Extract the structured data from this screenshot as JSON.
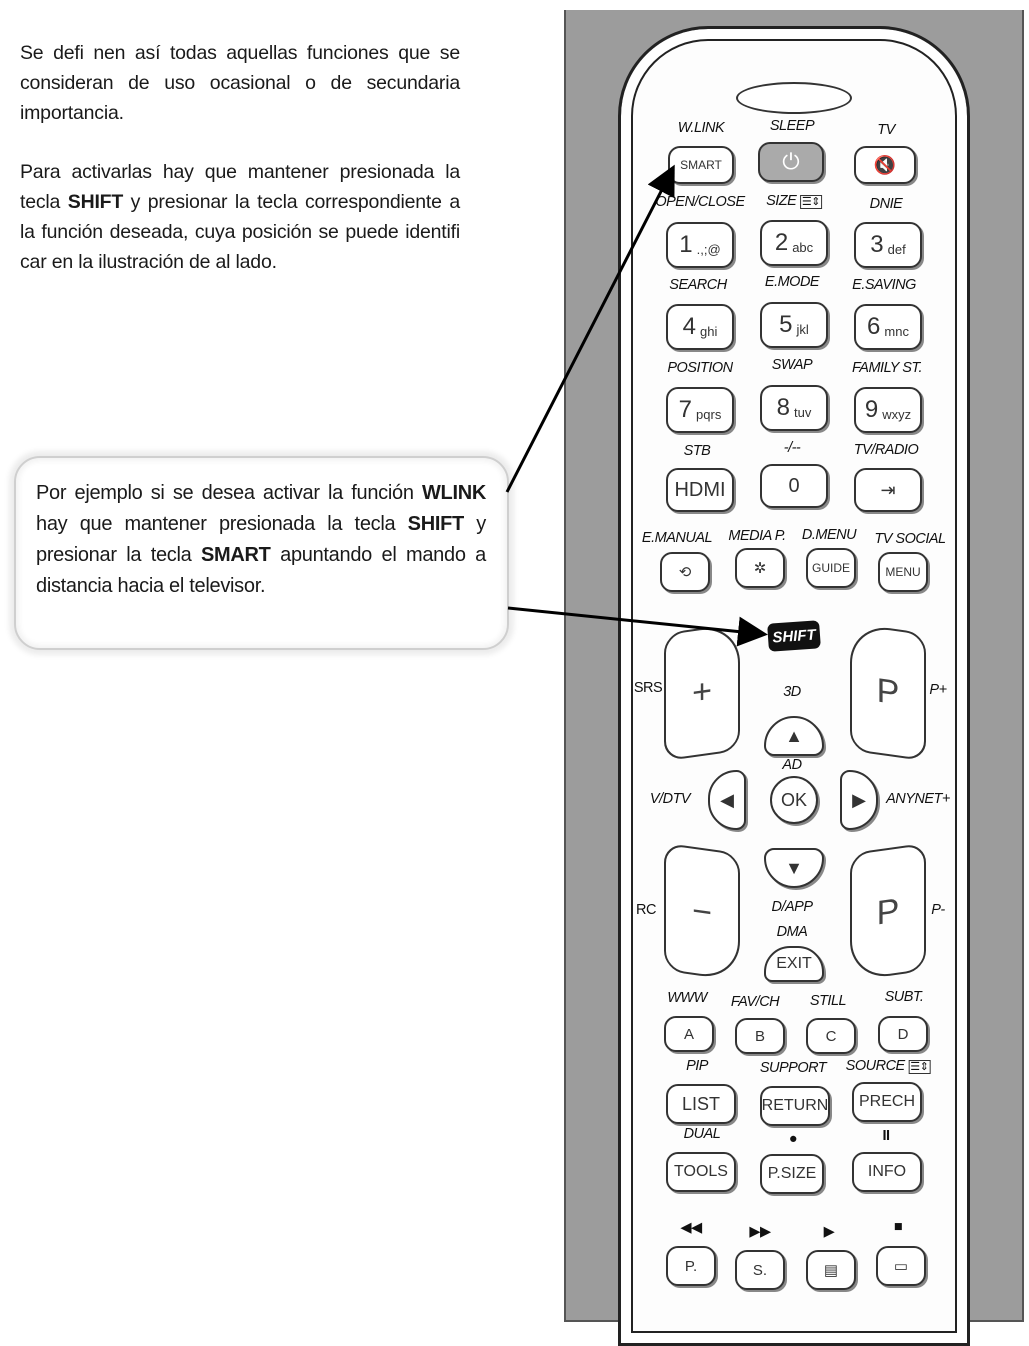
{
  "intro": {
    "p1": "Se defi nen así todas aquellas funciones que se consideran de uso ocasional o de secundaria importancia.",
    "p2_a": "Para activarlas hay que mantener presionada la tecla ",
    "p2_key": "SHIFT",
    "p2_b": " y presionar la tecla correspondiente a la función deseada, cuya posición se puede identifi car en la ilustración de al lado."
  },
  "callout": {
    "a": "Por ejemplo si se desea activar la función ",
    "k1": "WLINK",
    "b": " hay que mantener presionada la tecla ",
    "k2": "SHIFT",
    "c": " y presionar la tecla ",
    "k3": "SMART",
    "d": " apuntando el mando a distancia hacia el televisor."
  },
  "remote": {
    "labels": {
      "wlink": "W.LINK",
      "sleep": "SLEEP",
      "tv": "TV",
      "open_close": "OPEN/CLOSE",
      "size": "SIZE",
      "dnie": "DNIE",
      "search": "SEARCH",
      "emode": "E.MODE",
      "esaving": "E.SAVING",
      "position": "POSITION",
      "swap": "SWAP",
      "family": "FAMILY ST.",
      "stb": "STB",
      "dash": "-/--",
      "tvradio": "TV/RADIO",
      "emanual": "E.MANUAL",
      "mediap": "MEDIA P.",
      "dmenu": "D.MENU",
      "tvsocial": "TV SOCIAL",
      "srs": "SRS",
      "threed": "3D",
      "pplus": "P+",
      "ad": "AD",
      "vdtv": "V/DTV",
      "anynet": "ANYNET+",
      "rc": "RC",
      "diapp": "D/APP",
      "pminus": "P-",
      "dma": "DMA",
      "www": "WWW",
      "favch": "FAV/CH",
      "still": "STILL",
      "subt": "SUBT.",
      "pip": "PIP",
      "support": "SUPPORT",
      "source": "SOURCE",
      "dual": "DUAL",
      "rec": "●",
      "pause": "II",
      "rew": "◀◀",
      "ff": "▶▶",
      "play": "▶",
      "stop": "■"
    },
    "buttons": {
      "smart": "SMART",
      "k1": "1",
      "k1s": ".,;@",
      "k2": "2",
      "k2s": "abc",
      "k3": "3",
      "k3s": "def",
      "k4": "4",
      "k4s": "ghi",
      "k5": "5",
      "k5s": "jkl",
      "k6": "6",
      "k6s": "mnc",
      "k7": "7",
      "k7s": "pqrs",
      "k8": "8",
      "k8s": "tuv",
      "k9": "9",
      "k9s": "wxyz",
      "hdmi": "HDMI",
      "k0": "0",
      "guide": "GUIDE",
      "menu": "MENU",
      "shift": "SHIFT",
      "ok": "OK",
      "exit": "EXIT",
      "p": "P",
      "a": "A",
      "b": "B",
      "c": "C",
      "d": "D",
      "list": "LIST",
      "return": "RETURN",
      "prech": "PRECH",
      "tools": "TOOLS",
      "psize": "P.SIZE",
      "info": "INFO",
      "pb": "P.",
      "sb": "S."
    }
  }
}
